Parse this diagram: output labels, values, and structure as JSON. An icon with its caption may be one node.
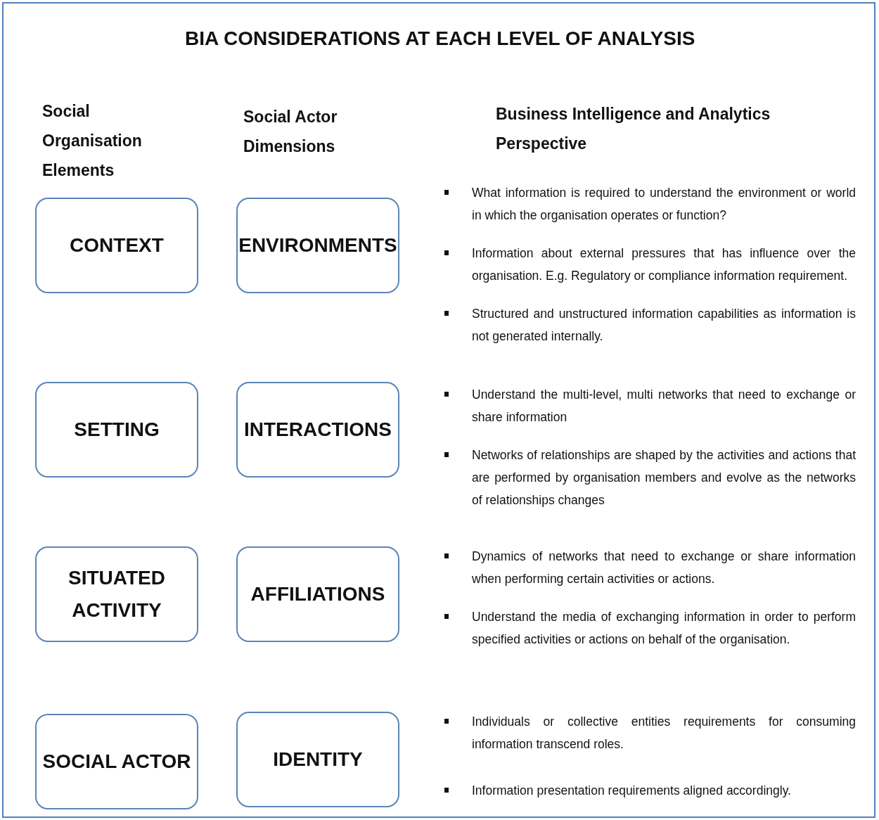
{
  "diagram": {
    "title": "BIA CONSIDERATIONS AT EACH LEVEL OF ANALYSIS",
    "nodes": [
      {
        "text": [
          "CONTEXT"
        ]
      },
      {
        "text": [
          "ENVIRONMENTS"
        ]
      },
      {
        "text": [
          "SETTING"
        ]
      },
      {
        "text": [
          "INTERACTIONS"
        ]
      },
      {
        "text": [
          "SITUATED ACTIVITY"
        ]
      },
      {
        "text": [
          "AFFILIATIONS"
        ]
      },
      {
        "text": [
          "SOCIAL ACTOR"
        ]
      },
      {
        "text": [
          "IDENTITY"
        ]
      }
    ],
    "labels": [
      "Social Organisation Elements",
      "Social Actor Dimensions",
      "Business Intelligence and Analytics Perspective",
      "What information is required to understand the environment or world in which the organisation operates or function?",
      "Information about external pressures that has influence over the organisation. E.g. Regulatory or compliance information requirement.",
      "Structured and unstructured information capabilities as information is not generated internally.",
      "Understand the multi-level, multi networks that need to exchange or share information",
      "Networks of relationships are shaped by the activities and actions that are performed by organisation members and evolve as the networks of relationships changes",
      "Dynamics of networks that need to exchange or share information when performing certain activities or actions.",
      "Understand the media of exchanging information in order to perform specified activities or actions on behalf of the organisation.",
      "Individuals or collective entities requirements for consuming information transcend roles.",
      "Information presentation requirements aligned accordingly."
    ]
  }
}
